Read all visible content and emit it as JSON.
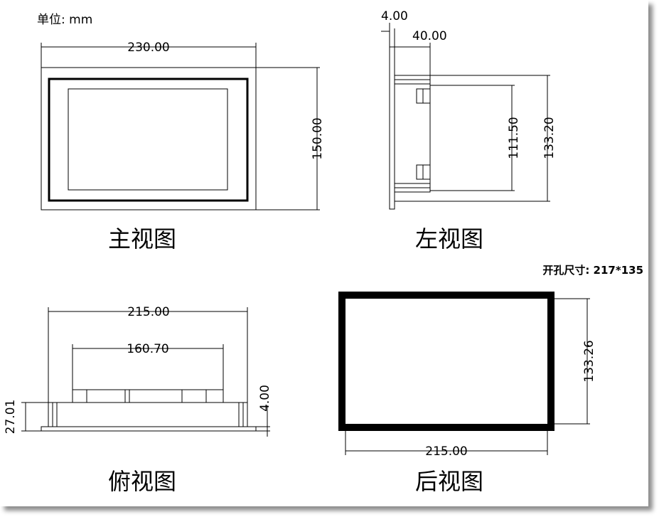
{
  "unit_label": "单位: mm",
  "cutout_label": "开孔尺寸: 217*135",
  "views": {
    "front": {
      "title": "主视图",
      "width": "230.00",
      "height": "150.00"
    },
    "left": {
      "title": "左视图",
      "bezel": "4.00",
      "depth": "40.00",
      "inner_height": "111.50",
      "outer_height": "133.20"
    },
    "top": {
      "title": "俯视图",
      "width": "215.00",
      "inner_width": "160.70",
      "depth": "27.01",
      "bezel": "4.00"
    },
    "back": {
      "title": "后视图",
      "height": "133.26",
      "width": "215.00"
    }
  }
}
